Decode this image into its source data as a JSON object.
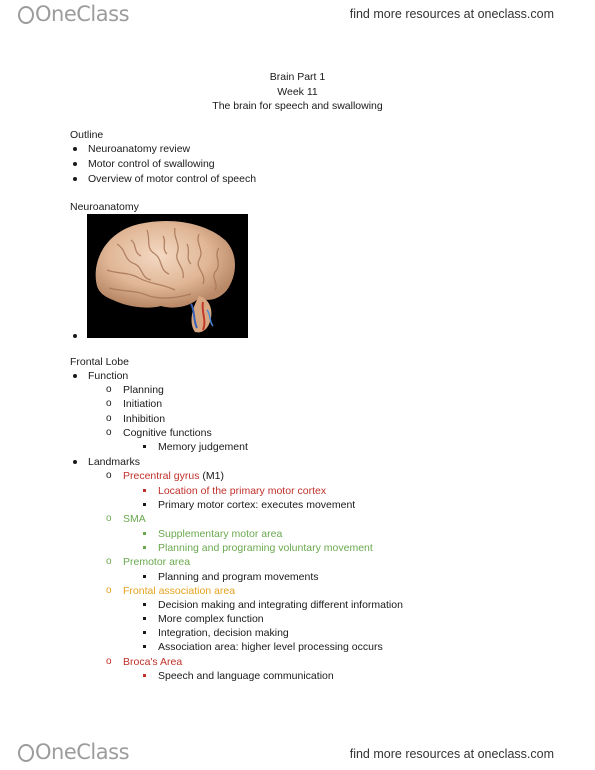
{
  "header": {
    "brand": "OneClass",
    "link": "find more resources at oneclass.com"
  },
  "footer": {
    "brand": "OneClass",
    "link": "find more resources at oneclass.com"
  },
  "title": {
    "line1": "Brain Part 1",
    "line2": "Week 11",
    "line3": "The brain for speech and swallowing"
  },
  "outline": {
    "heading": "Outline",
    "items": [
      "Neuroanatomy review",
      "Motor control of swallowing",
      "Overview of motor control of speech"
    ]
  },
  "neuro": {
    "heading": "Neuroanatomy",
    "image_icon": "brain-illustration"
  },
  "frontal": {
    "heading": "Frontal Lobe",
    "function": {
      "label": "Function",
      "items": [
        "Planning",
        "Initiation",
        "Inhibition",
        "Cognitive functions"
      ],
      "sub": "Memory judgement"
    },
    "landmarks": {
      "label": "Landmarks",
      "precentral": {
        "label": "Precentral gyrus",
        "suffix": " (M1)",
        "items": [
          "Location of the primary motor cortex",
          "Primary motor cortex: executes movement"
        ]
      },
      "sma": {
        "label": "SMA",
        "items": [
          "Supplementary motor area",
          "Planning and programing voluntary movement"
        ]
      },
      "premotor": {
        "label": "Premotor area",
        "items": [
          "Planning and program movements"
        ]
      },
      "association": {
        "label": "Frontal association area",
        "items": [
          "Decision making and integrating different information",
          "More complex function",
          "Integration, decision making",
          "Association area: higher level processing occurs"
        ]
      },
      "broca": {
        "label": "Broca's Area",
        "items": [
          "Speech and language communication"
        ]
      }
    }
  },
  "colors": {
    "red": "#c0302a",
    "green": "#6aa84f",
    "orange": "#e6a21f",
    "brand_gray": "#9c9c9c"
  }
}
